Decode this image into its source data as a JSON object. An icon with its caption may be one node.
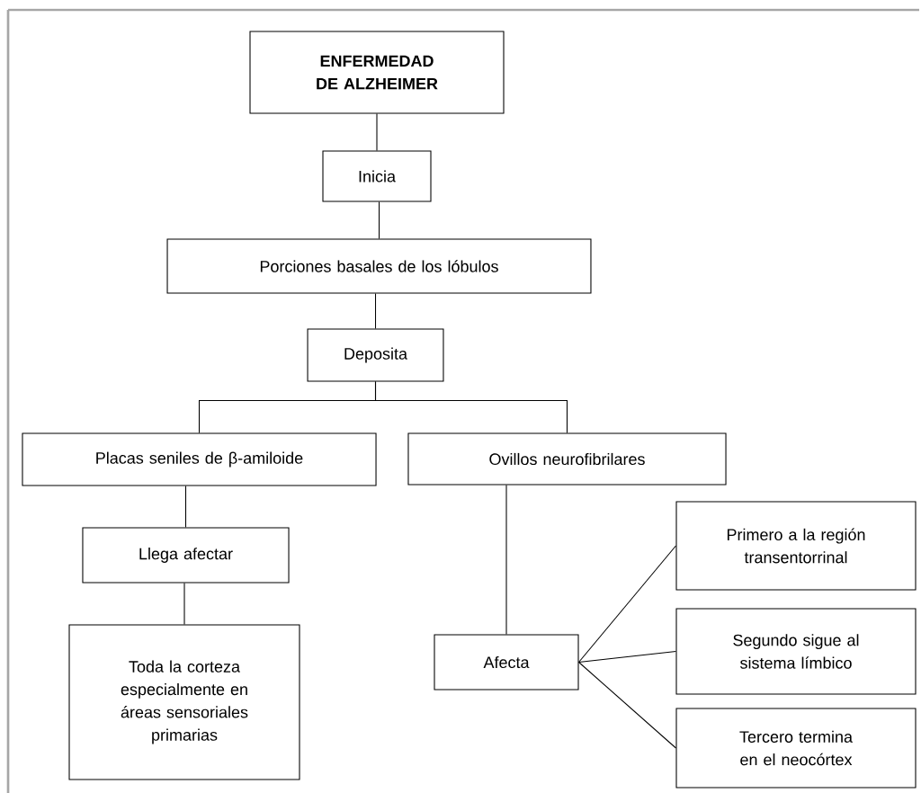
{
  "diagram": {
    "nodes": [
      {
        "text": [
          "ENFERMEDAD DE ALZHEIMER"
        ]
      },
      {
        "text": [
          "Inicia"
        ]
      },
      {
        "text": [
          "Porciones basales de los lóbulos"
        ]
      },
      {
        "text": [
          "Deposita"
        ]
      },
      {
        "text": [
          "Placas seniles de β-amiloide"
        ]
      },
      {
        "text": [
          "Ovillos neurofibrilares"
        ]
      },
      {
        "text": [
          "Llega afectar"
        ]
      },
      {
        "text": [
          "Toda la corteza especialmente en áreas sensoriales primarias"
        ]
      },
      {
        "text": [
          "Afecta"
        ]
      },
      {
        "text": [
          "Primero a la región transentorrinal"
        ]
      },
      {
        "text": [
          "Segundo sigue al sistema límbico"
        ]
      },
      {
        "text": [
          "Tercero termina en el neocórtex"
        ]
      }
    ],
    "edges": [
      {
        "from": 0,
        "to": 1,
        "arrow": "none"
      },
      {
        "from": 1,
        "to": 2,
        "arrow": "none"
      },
      {
        "from": 2,
        "to": 3,
        "arrow": "none"
      },
      {
        "from": 3,
        "to": 4,
        "arrow": "none"
      },
      {
        "from": 3,
        "to": 5,
        "arrow": "none"
      },
      {
        "from": 4,
        "to": 6,
        "arrow": "none"
      },
      {
        "from": 6,
        "to": 7,
        "arrow": "none"
      },
      {
        "from": 5,
        "to": 8,
        "arrow": "none"
      },
      {
        "from": 8,
        "to": 9,
        "arrow": "none"
      },
      {
        "from": 8,
        "to": 10,
        "arrow": "none"
      },
      {
        "from": 8,
        "to": 11,
        "arrow": "none"
      }
    ]
  }
}
